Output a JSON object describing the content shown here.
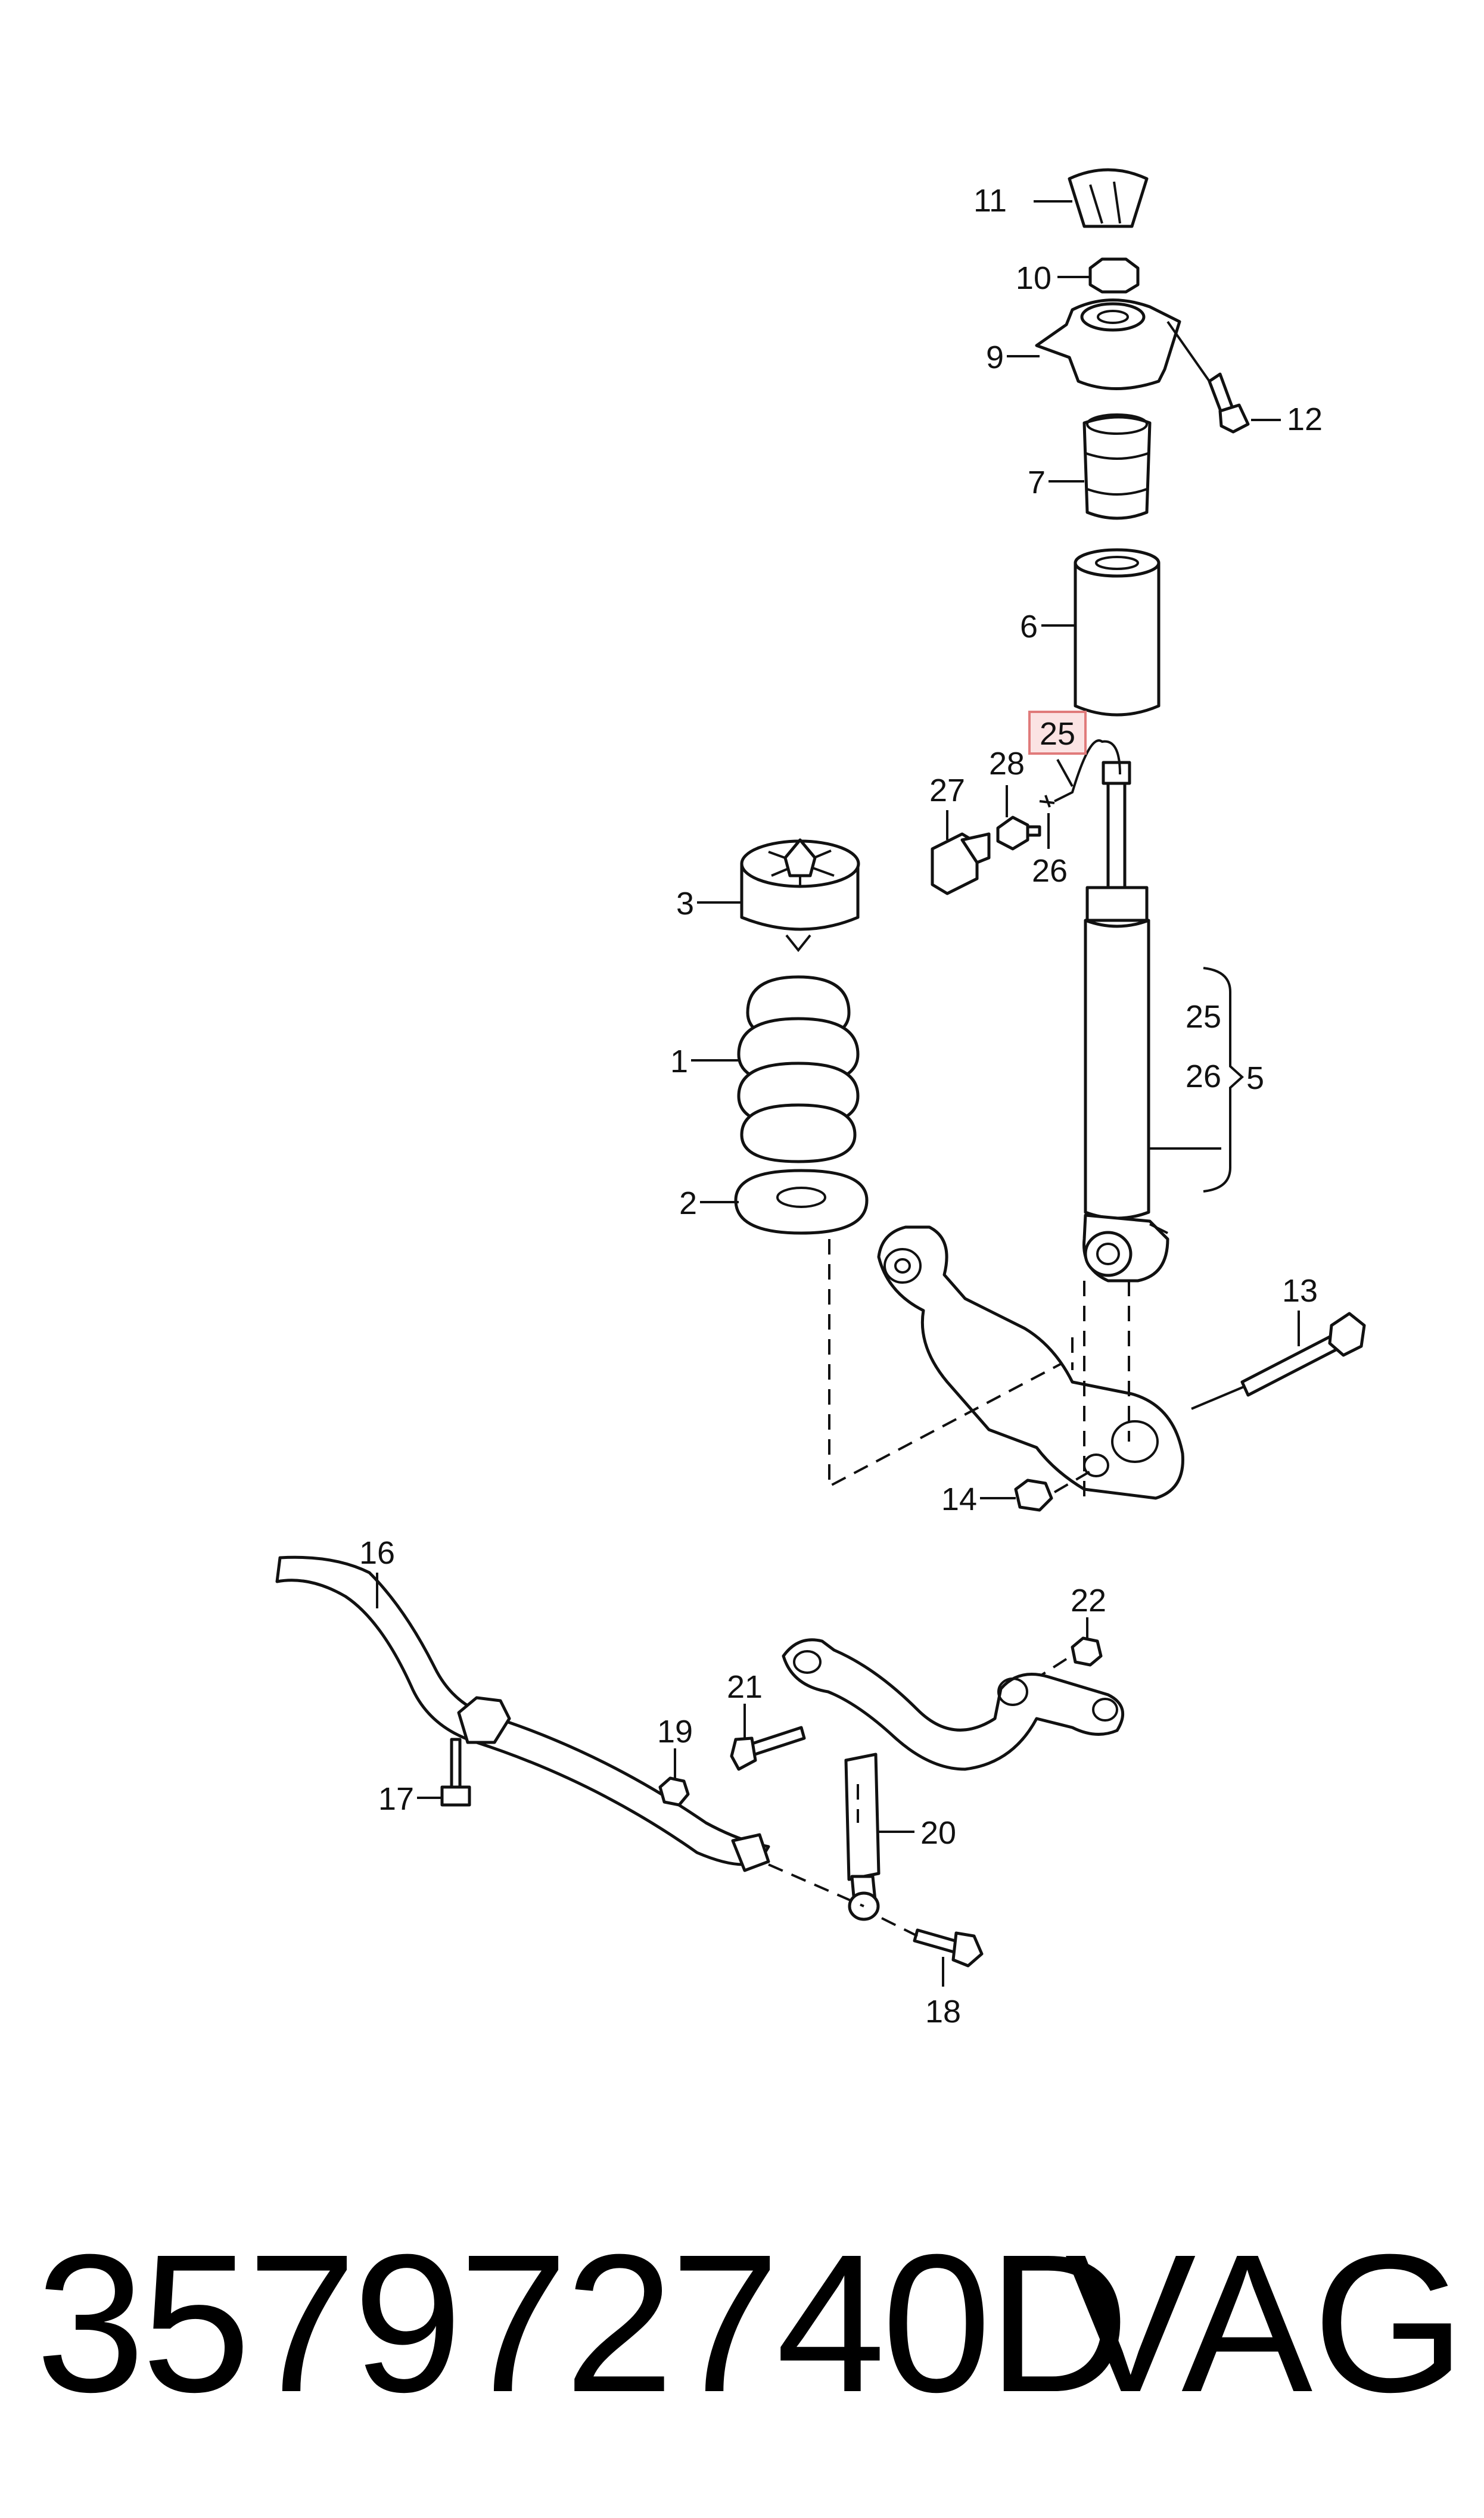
{
  "callouts": [
    "1",
    "2",
    "3",
    "5",
    "6",
    "7",
    "9",
    "10",
    "11",
    "12",
    "13",
    "14",
    "16",
    "17",
    "18",
    "19",
    "20",
    "21",
    "22",
    "25",
    "26",
    "27",
    "28"
  ],
  "bracket": {
    "items": [
      "25",
      "26"
    ],
    "group": "5"
  },
  "highlight": {
    "label": "25",
    "color": "#e07b7b",
    "fill": "#fbe3e3"
  },
  "footer": {
    "part_number": "357972740D",
    "brand": "VAG"
  }
}
